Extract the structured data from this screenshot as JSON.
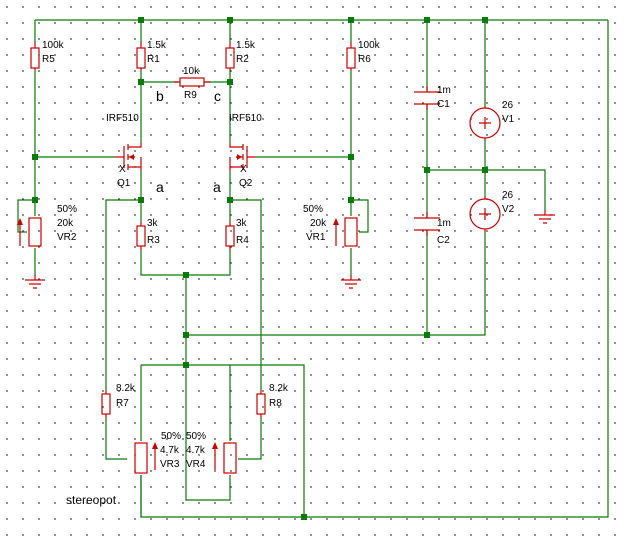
{
  "components": {
    "R5": {
      "name": "R5",
      "value": "100k"
    },
    "R1": {
      "name": "R1",
      "value": "1.5k"
    },
    "R2": {
      "name": "R2",
      "value": "1.5k"
    },
    "R6": {
      "name": "R6",
      "value": "100k"
    },
    "R9": {
      "name": "R9",
      "value": "10k"
    },
    "R3": {
      "name": "R3",
      "value": "3k"
    },
    "R4": {
      "name": "R4",
      "value": "3k"
    },
    "R7": {
      "name": "R7",
      "value": "8.2k"
    },
    "R8": {
      "name": "R8",
      "value": "8.2k"
    },
    "VR1": {
      "name": "VR1",
      "value": "20k",
      "percent": "50%"
    },
    "VR2": {
      "name": "VR2",
      "value": "20k",
      "percent": "50%"
    },
    "VR3": {
      "name": "VR3",
      "value": "4.7k",
      "percent": "50%"
    },
    "VR4": {
      "name": "VR4",
      "value": "4.7k",
      "percent": "50%"
    },
    "Q1": {
      "name": "Q1",
      "type": "IRF510",
      "mark": "X"
    },
    "Q2": {
      "name": "Q2",
      "type": "IRF510",
      "mark": "X"
    },
    "C1": {
      "name": "C1",
      "value": "1m"
    },
    "C2": {
      "name": "C2",
      "value": "1m"
    },
    "V1": {
      "name": "V1",
      "value": "26"
    },
    "V2": {
      "name": "V2",
      "value": "26"
    }
  },
  "node_labels": {
    "b": "b",
    "c": "c",
    "a_left": "a",
    "a_right": "a"
  },
  "annotation": "stereopot"
}
